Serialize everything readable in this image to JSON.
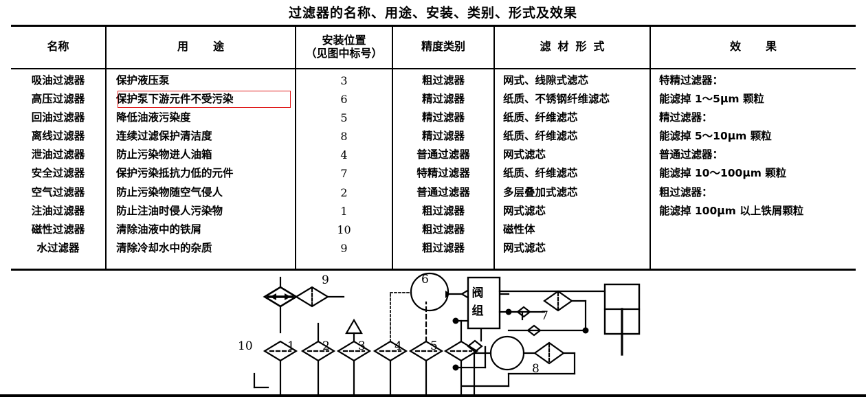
{
  "title": "过滤器的名称、用途、安装、类别、形式及效果",
  "table": {
    "headers": {
      "name": "名称",
      "use": "用　途",
      "position_line1": "安装位置",
      "position_line2": "（见图中标号）",
      "precision": "精度类别",
      "medium": "滤材形式",
      "effect": "效　果"
    },
    "rows": [
      {
        "name": "吸油过滤器",
        "use": "保护液压泵",
        "position": "3",
        "precision": "粗过滤器",
        "medium": "网式、线隙式滤芯",
        "highlight": false
      },
      {
        "name": "高压过滤器",
        "use": "保护泵下游元件不受污染",
        "position": "6",
        "precision": "精过滤器",
        "medium": "纸质、不锈钢纤维滤芯",
        "highlight": true
      },
      {
        "name": "回油过滤器",
        "use": "降低油液污染度",
        "position": "5",
        "precision": "精过滤器",
        "medium": "纸质、纤维滤芯",
        "highlight": false
      },
      {
        "name": "离线过滤器",
        "use": "连续过滤保护清洁度",
        "position": "8",
        "precision": "精过滤器",
        "medium": "纸质、纤维滤芯",
        "highlight": false
      },
      {
        "name": "泄油过滤器",
        "use": "防止污染物进人油箱",
        "position": "4",
        "precision": "普通过滤器",
        "medium": "网式滤芯",
        "highlight": false
      },
      {
        "name": "安全过滤器",
        "use": "保护污染抵抗力低的元件",
        "position": "7",
        "precision": "特精过滤器",
        "medium": "纸质、纤维滤芯",
        "highlight": false
      },
      {
        "name": "空气过滤器",
        "use": "防止污染物随空气侵人",
        "position": "2",
        "precision": "普通过滤器",
        "medium": "多层叠加式滤芯",
        "highlight": false
      },
      {
        "name": "注油过滤器",
        "use": "防止注油时侵人污染物",
        "position": "1",
        "precision": "粗过滤器",
        "medium": "网式滤芯",
        "highlight": false
      },
      {
        "name": "磁性过滤器",
        "use": "清除油液中的铁屑",
        "position": "10",
        "precision": "粗过滤器",
        "medium": "磁性体",
        "highlight": false
      },
      {
        "name": "水过滤器",
        "use": "清除冷却水中的杂质",
        "position": "9",
        "precision": "粗过滤器",
        "medium": "网式滤芯",
        "highlight": false
      }
    ],
    "effect_lines": [
      "特精过滤器：",
      "能滤掉 1～5μm 颗粒",
      "精过滤器：",
      "能滤掉 5～10μm 颗粒",
      "普通过滤器：",
      "能滤掉 10～100μm 颗粒",
      "粗过滤器：",
      "能滤掉 100μm 以上铁屑颗粒"
    ],
    "highlight_color": "#e01b1b"
  },
  "diagram": {
    "valve_group_line1": "阀",
    "valve_group_line2": "组",
    "filter_labels": [
      "1",
      "2",
      "3",
      "4",
      "5",
      "6",
      "7",
      "8",
      "9",
      "10"
    ]
  }
}
